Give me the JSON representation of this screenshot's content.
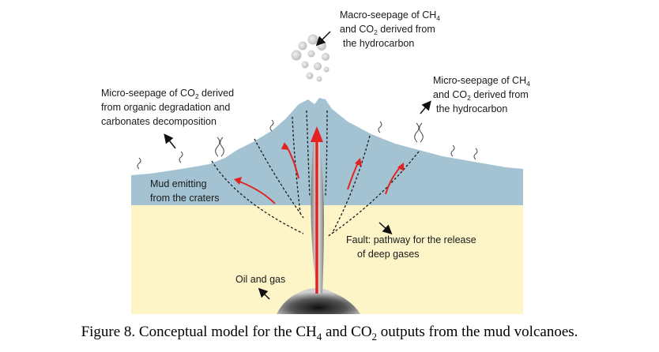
{
  "labels": {
    "macro_seepage": {
      "lines": [
        "Macro-seepage of CH",
        "and CO",
        " derived from",
        "the hydrocarbon"
      ],
      "sub": [
        "4",
        "2"
      ]
    },
    "micro_seepage_left": {
      "lines": [
        "Micro-seepage of CO",
        " derived",
        "from organic degradation and",
        "carbonates decomposition"
      ],
      "sub": [
        "2"
      ]
    },
    "micro_seepage_right": {
      "lines": [
        "Micro-seepage of CH",
        "and CO",
        " derived from",
        "the hydrocarbon"
      ],
      "sub": [
        "4",
        "2"
      ]
    },
    "mud_emitting": [
      "Mud emitting",
      "from the craters"
    ],
    "fault": [
      "Fault: pathway for the release",
      "of deep gases"
    ],
    "oil_gas": "Oil and gas"
  },
  "caption": {
    "prefix": "Figure 8. Conceptual model for the CH",
    "sub1": "4",
    "middle": " and CO",
    "sub2": "2",
    "suffix": " outputs from the mud volcanoes."
  },
  "colors": {
    "mud": "#a4c3d2",
    "sediment": "#fdf4c8",
    "arrow_red": "#e42320",
    "fault_line": "#1a1a1a"
  }
}
